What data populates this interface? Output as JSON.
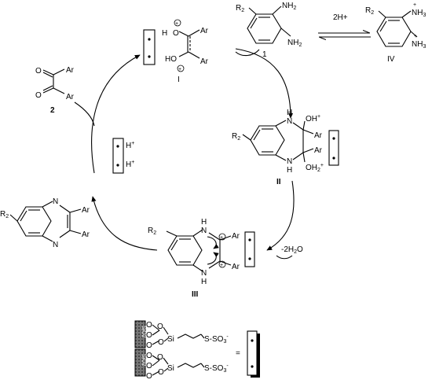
{
  "labels": {
    "substituent": "R",
    "substituent_sub": "2",
    "nh2": "NH",
    "nh2_sub": "2",
    "nh3": "NH",
    "nh3_sub": "3",
    "nh": "N",
    "h": "H",
    "ar": "Ar",
    "o": "O",
    "ho": "HO",
    "oh": "OH",
    "oh2_plus": "OH",
    "oh2_sub": "2",
    "plus": "+",
    "h_plus": "H",
    "two_h_plus": "2H+",
    "minus_2h2o": "-2H",
    "minus_2h2o_sub": "2",
    "minus_2h2o_end": "O",
    "si": "Si",
    "sio2": "SiO",
    "sio2_sub": "2",
    "s_so3": "S-SO",
    "s_so3_sub": "3",
    "equals": "="
  },
  "compounds": {
    "c1": "1",
    "c2": "2",
    "cI": "I",
    "cII": "II",
    "cIII": "III",
    "cIV": "IV"
  }
}
